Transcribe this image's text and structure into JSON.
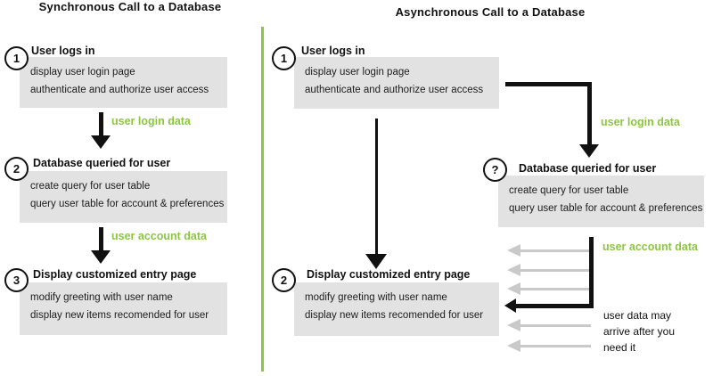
{
  "colors": {
    "accent_green": "#8CC63F",
    "box_gray": "#E2E2E2",
    "arrow_gray": "#C9C9C9",
    "ink": "#111111"
  },
  "diagram": {
    "left": {
      "title": "Synchronous Call to a Database",
      "steps": [
        {
          "badge": "1",
          "heading": "User logs in",
          "line1": "display user login page",
          "line2": "authenticate and authorize user access"
        },
        {
          "badge": "2",
          "heading": "Database queried for user",
          "line1": "create query for user table",
          "line2": "query user table for account & preferences"
        },
        {
          "badge": "3",
          "heading": "Display customized entry page",
          "line1": "modify greeting with user name",
          "line2": "display new items recomended for user"
        }
      ],
      "flow_labels": {
        "login": "user login data",
        "account": "user account data"
      }
    },
    "right": {
      "title": "Asynchronous Call to a Database",
      "steps": [
        {
          "badge": "1",
          "heading": "User logs in",
          "line1": "display user login page",
          "line2": "authenticate and authorize user access"
        },
        {
          "badge": "?",
          "heading": "Database queried for user",
          "line1": "create query for user table",
          "line2": "query user table for account & preferences"
        },
        {
          "badge": "2",
          "heading": "Display customized entry page",
          "line1": "modify greeting with user name",
          "line2": "display new items recomended for user"
        }
      ],
      "flow_labels": {
        "login": "user login data",
        "account": "user account data"
      },
      "note_line1": "user data may",
      "note_line2": "arrive after you",
      "note_line3": "need it"
    }
  }
}
